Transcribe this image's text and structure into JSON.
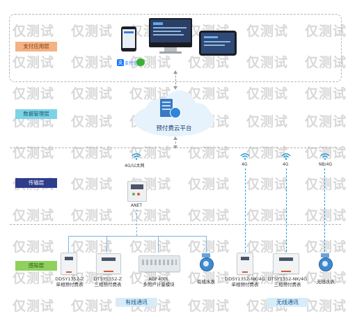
{
  "watermark": "仅测试",
  "layers": {
    "app": "支付应用层",
    "platform": "数据管理层",
    "transport": "传输层",
    "sense": "感知层"
  },
  "platform": {
    "label": "预付费云平台"
  },
  "app_icons": {
    "alipay": "支付宝"
  },
  "networks": {
    "left": "4G/以太网",
    "n1": "4G",
    "n2": "4G",
    "n3": "NB/4G"
  },
  "gateway": {
    "label": "ANET"
  },
  "devices": [
    {
      "model": "DDSY1352-Z",
      "desc": "单相预付费表"
    },
    {
      "model": "DTSY1352-Z",
      "desc": "三相预付费表"
    },
    {
      "model": "ADF400L",
      "desc": "多用户计量模块"
    },
    {
      "model": "",
      "desc": "有线水表"
    },
    {
      "model": "DDSY1352-NK/4G",
      "desc": "单相预付费表"
    },
    {
      "model": "DTSY1352-NK/4G",
      "desc": "三相预付费表"
    },
    {
      "model": "",
      "desc": "无线水表"
    }
  ],
  "comm": {
    "wired": "有线通讯",
    "wireless": "无线通讯"
  },
  "colors": {
    "app_layer": "#f4b183",
    "platform_layer": "#7cd3e8",
    "transport_layer": "#2e3c8c",
    "sense_layer": "#8fd15c",
    "wifi": "#1a9ad6",
    "comm_bg": "#d7ecf8"
  }
}
